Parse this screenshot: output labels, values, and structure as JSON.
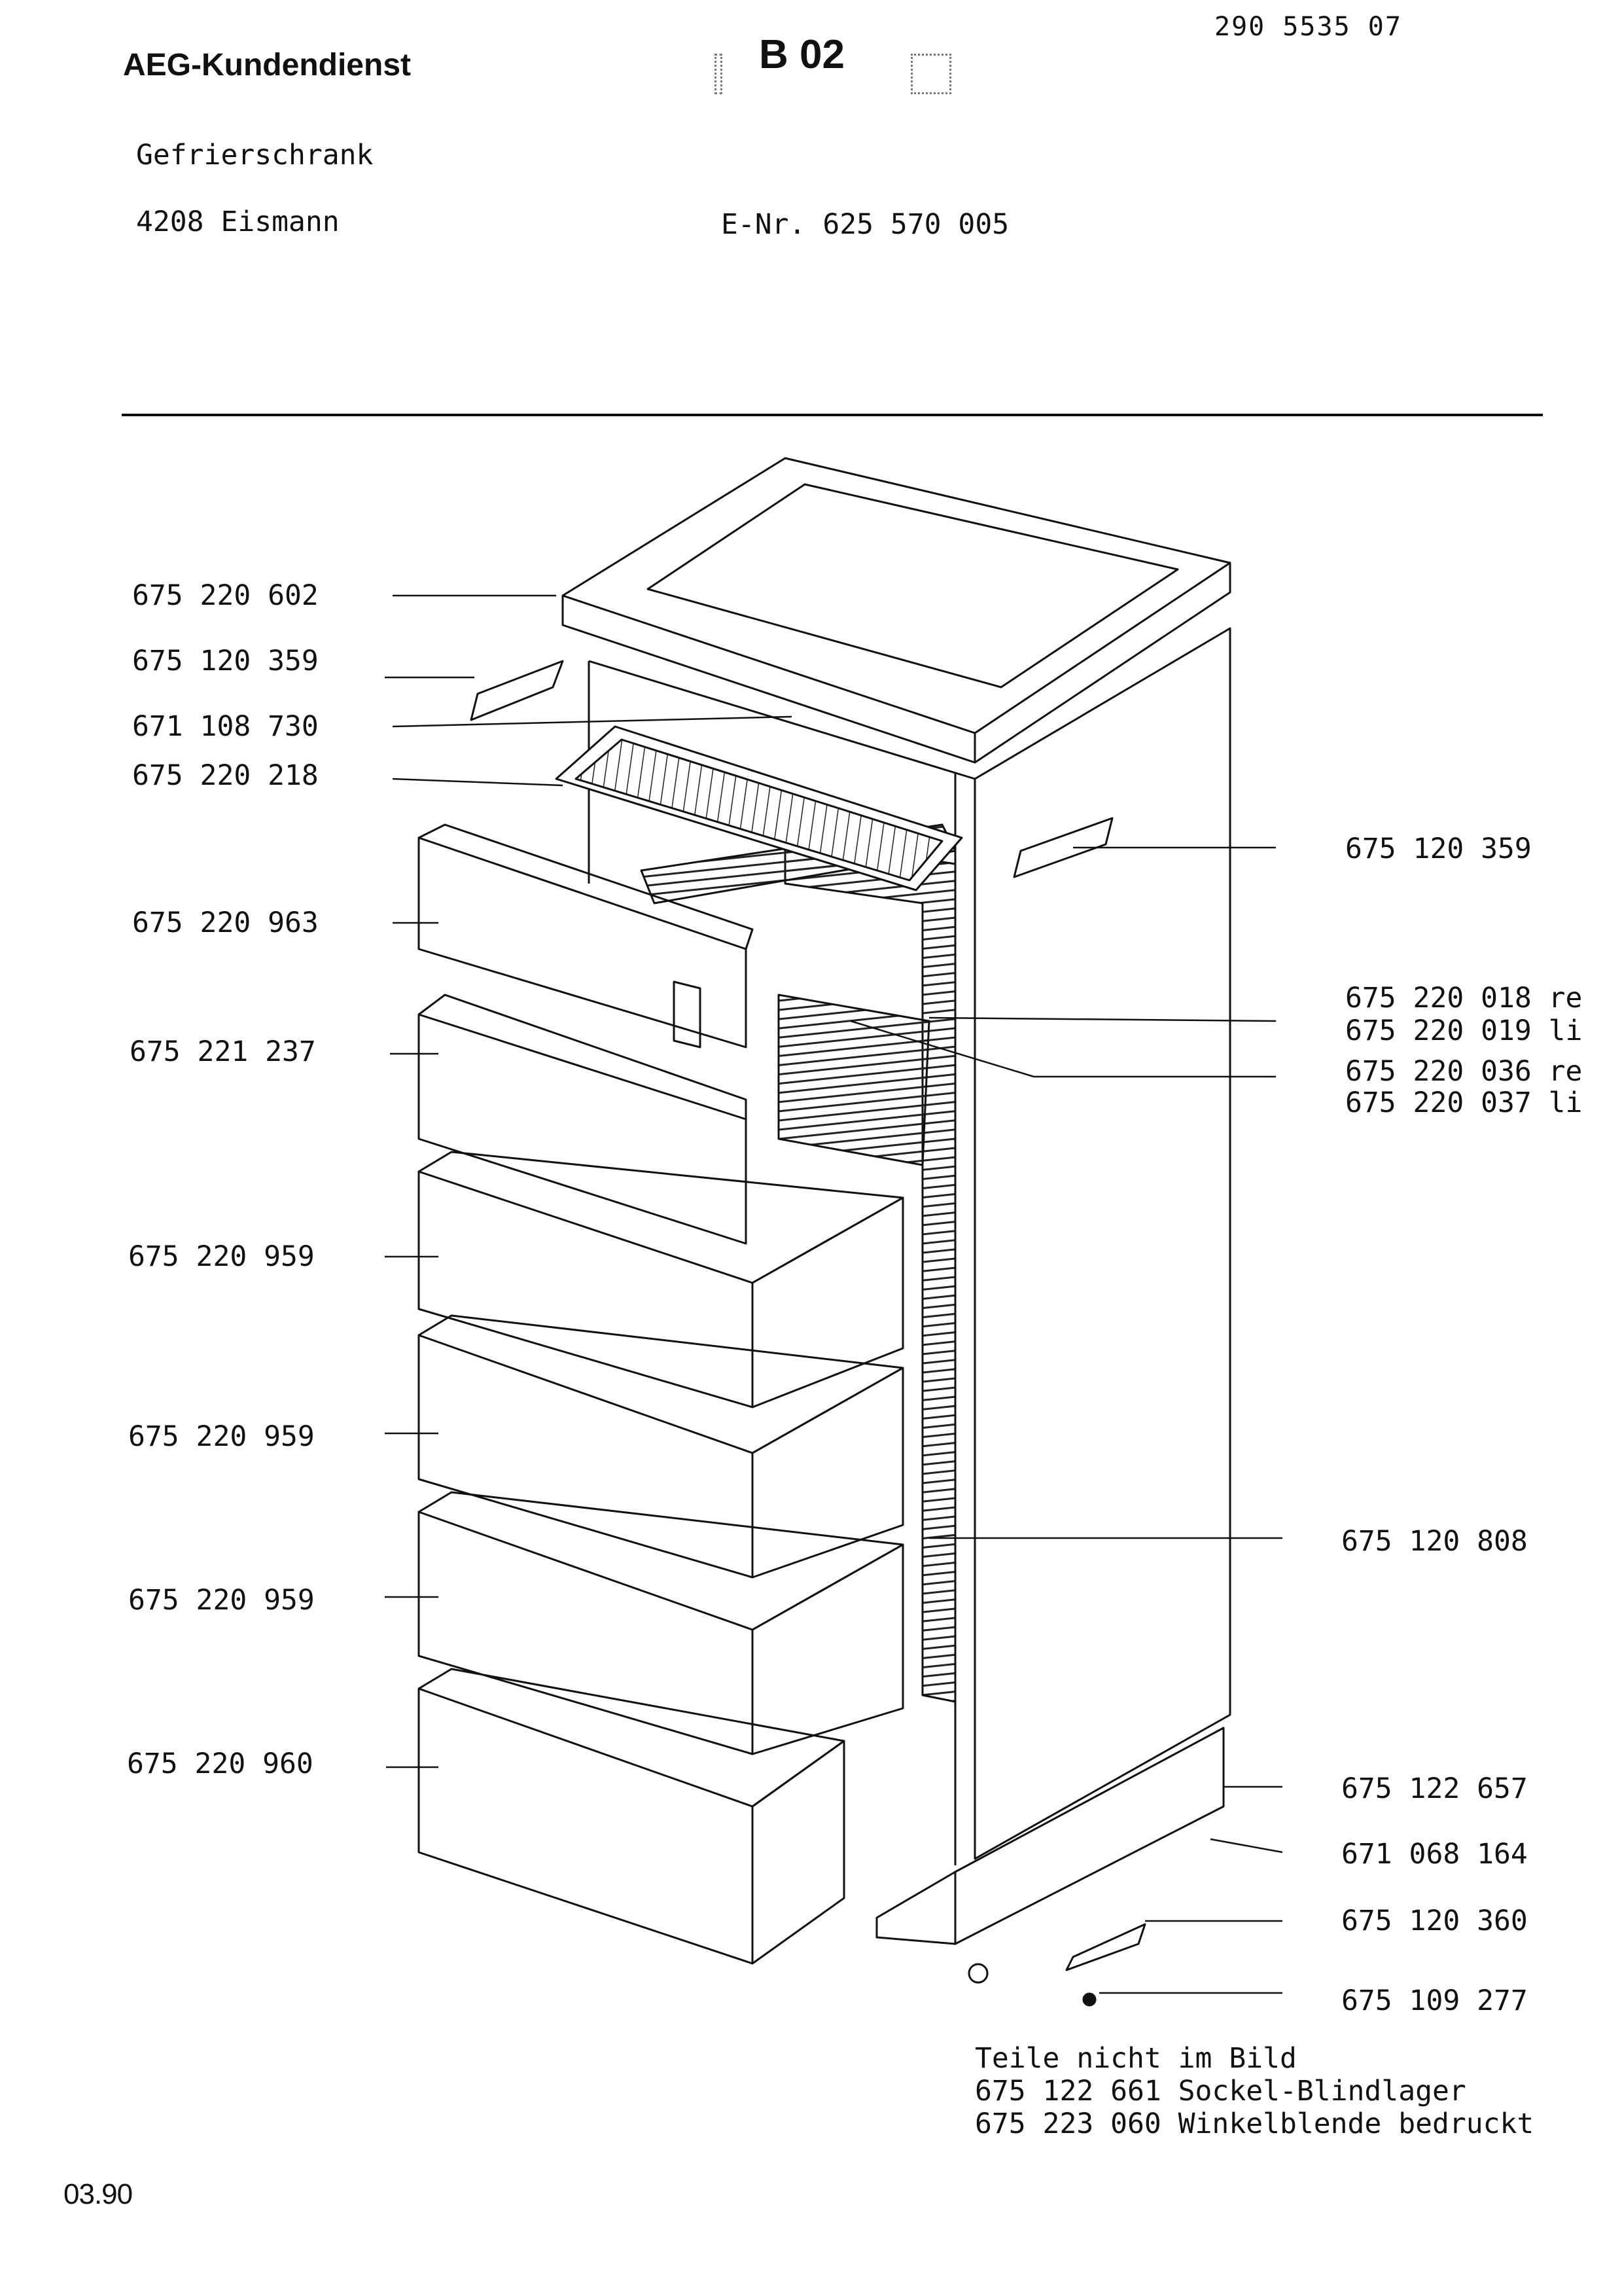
{
  "header": {
    "brand": "AEG-Kundendienst",
    "section": "B 02",
    "doc_number": "290 5535 07"
  },
  "appliance": {
    "type": "Gefrierschrank",
    "model": "4208 Eismann",
    "e_nr": "E-Nr. 625 570 005"
  },
  "parts_left": [
    {
      "number": "675 220 602"
    },
    {
      "number": "675 120 359"
    },
    {
      "number": "671 108 730"
    },
    {
      "number": "675 220 218"
    },
    {
      "number": "675 220 963"
    },
    {
      "number": "675 221 237"
    },
    {
      "number": "675 220 959"
    },
    {
      "number": "675 220 959"
    },
    {
      "number": "675 220 959"
    },
    {
      "number": "675 220 960"
    }
  ],
  "parts_right": [
    {
      "number": "675 120 359"
    },
    {
      "number": "675 220 018 re"
    },
    {
      "number": "675 220 019 li"
    },
    {
      "number": "675 220 036 re"
    },
    {
      "number": "675 220 037 li"
    },
    {
      "number": "675 120 808"
    },
    {
      "number": "675 122 657"
    },
    {
      "number": "671 068 164"
    },
    {
      "number": "675 120 360"
    },
    {
      "number": "675 109 277"
    }
  ],
  "notes": {
    "heading": "Teile nicht im Bild",
    "items": [
      "675 122 661 Sockel-Blindlager",
      "675 223 060 Winkelblende bedruckt"
    ]
  },
  "footer": {
    "date": "03.90"
  }
}
